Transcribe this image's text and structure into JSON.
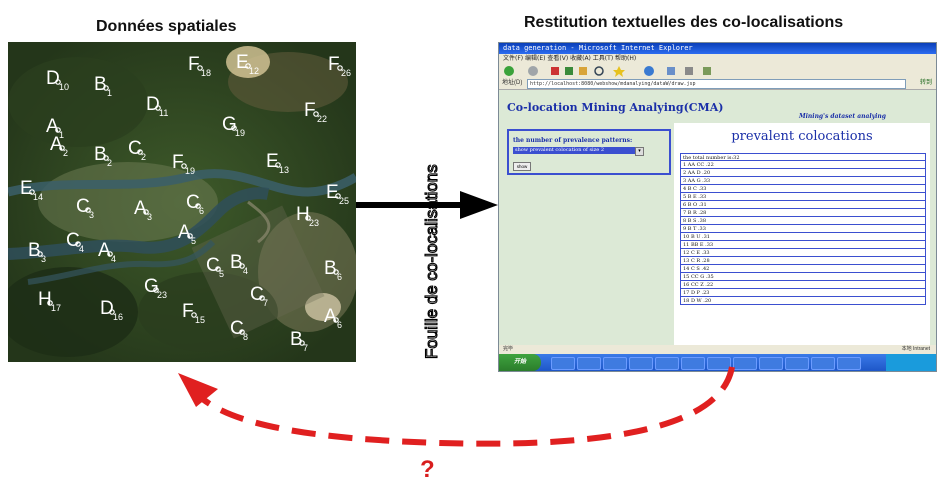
{
  "left_title": "Données spatiales",
  "right_title": "Restitution textuelles des co-localisations",
  "vertical_label": "Fouille de co-localisations",
  "question_mark": "?",
  "colors": {
    "red_arrow": "#e02020",
    "black_arrow": "#000000",
    "link_blue": "#1a2fa8"
  },
  "map_points": [
    {
      "t": "D",
      "s": "10"
    },
    {
      "t": "B",
      "s": "1"
    },
    {
      "t": "F",
      "s": "18"
    },
    {
      "t": "E",
      "s": "12"
    },
    {
      "t": "F",
      "s": "26"
    },
    {
      "t": "D",
      "s": "11"
    },
    {
      "t": "A",
      "s": "1"
    },
    {
      "t": "G",
      "s": "19"
    },
    {
      "t": "F",
      "s": "22"
    },
    {
      "t": "A",
      "s": "2"
    },
    {
      "t": "C",
      "s": "2"
    },
    {
      "t": "B",
      "s": "2"
    },
    {
      "t": "F",
      "s": "19"
    },
    {
      "t": "E",
      "s": "13"
    },
    {
      "t": "E",
      "s": "14"
    },
    {
      "t": "A",
      "s": "3"
    },
    {
      "t": "C",
      "s": "3"
    },
    {
      "t": "C",
      "s": "6"
    },
    {
      "t": "E",
      "s": "25"
    },
    {
      "t": "H",
      "s": "23"
    },
    {
      "t": "A",
      "s": "5"
    },
    {
      "t": "C",
      "s": "4"
    },
    {
      "t": "B",
      "s": "3"
    },
    {
      "t": "A",
      "s": "4"
    },
    {
      "t": "C",
      "s": "5"
    },
    {
      "t": "B",
      "s": "4"
    },
    {
      "t": "B",
      "s": "6"
    },
    {
      "t": "G",
      "s": "23"
    },
    {
      "t": "C",
      "s": "7"
    },
    {
      "t": "H",
      "s": "17"
    },
    {
      "t": "D",
      "s": "16"
    },
    {
      "t": "F",
      "s": "15"
    },
    {
      "t": "A",
      "s": "6"
    },
    {
      "t": "C",
      "s": "8"
    },
    {
      "t": "B",
      "s": "7"
    }
  ],
  "browser": {
    "window_title": "data generation - Microsoft Internet Explorer",
    "menu": "文件(F)  编辑(E)  查看(V)  收藏(A)  工具(T)  帮助(H)",
    "address_label": "地址(D)",
    "address": "http://localhost:8080/webshow/mdanalying/dataW/draw.jsp",
    "go": "转到",
    "app_title": "Co-location Mining Analying(CMA)",
    "subtitle": "Mining's dataset analying",
    "patterns_label": "the number of prevalence patterns:",
    "select_value": "show prevalent colocation of size 2",
    "show_button": "show",
    "prevalent_heading": "prevalent colocations",
    "rows": [
      "the total number is:32",
      "1 AA CC .22",
      "2 AA D .20",
      "3 AA G .33",
      "4 B C .33",
      "5 B E .33",
      "6 B O .31",
      "7 B R .28",
      "8 B S .38",
      "9 B T .33",
      "10 B U .31",
      "11 BB E .33",
      "12 C E .33",
      "13 C R .28",
      "14 C S .42",
      "15 CC G .35",
      "16 CC Z .22",
      "17 D P .23",
      "18 D W .20"
    ],
    "status_left": "完毕",
    "status_right": "本地 Intranet",
    "start": "开始"
  }
}
